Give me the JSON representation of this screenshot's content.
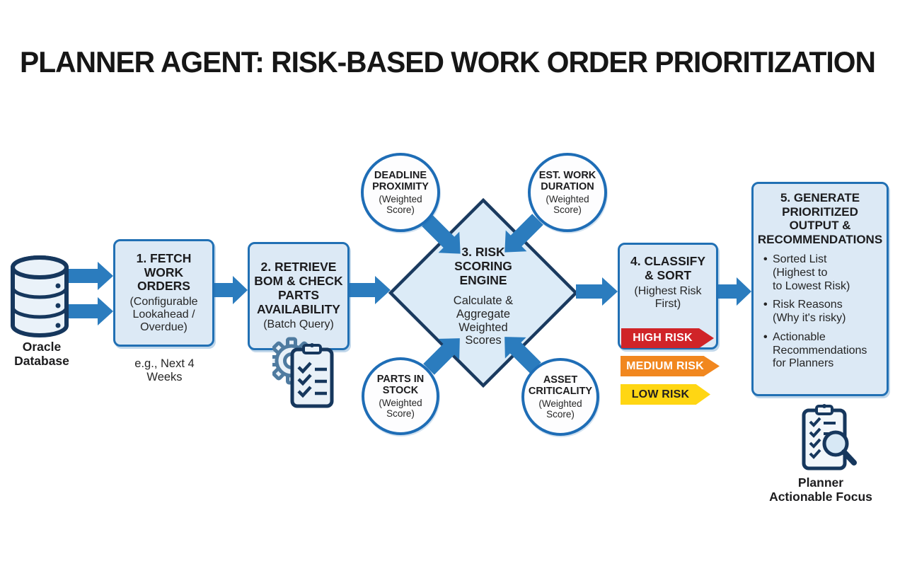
{
  "title": "PLANNER AGENT: RISK-BASED WORK ORDER PRIORITIZATION",
  "database": {
    "label": "Oracle\nDatabase"
  },
  "steps": {
    "step1": {
      "title": "1. FETCH\nWORK\nORDERS",
      "subtitle": "(Configurable\nLookahead /\nOverdue)",
      "note": "e.g., Next 4\nWeeks"
    },
    "step2": {
      "title": "2. RETRIEVE\nBOM & CHECK\nPARTS\nAVAILABILITY",
      "subtitle": "(Batch Query)"
    },
    "step3": {
      "title": "3. RISK\nSCORING\nENGINE",
      "subtitle": "Calculate &\nAggregate\nWeighted\nScores"
    },
    "step4": {
      "title": "4. CLASSIFY\n& SORT",
      "subtitle": "(Highest Risk\nFirst)"
    },
    "step5": {
      "title": "5. GENERATE\nPRIORITIZED\nOUTPUT &\nRECOMMENDATIONS",
      "bullets": [
        "Sorted List\n(Highest to\nto Lowest Risk)",
        "Risk Reasons\n(Why it's risky)",
        "Actionable\nRecommendations\nfor Planners"
      ]
    }
  },
  "factors": {
    "deadline": {
      "title": "DEADLINE\nPROXIMITY",
      "subtitle": "(Weighted\nScore)"
    },
    "duration": {
      "title": "EST. WORK\nDURATION",
      "subtitle": "(Weighted\nScore)"
    },
    "parts": {
      "title": "PARTS IN\nSTOCK",
      "subtitle": "(Weighted\nScore)"
    },
    "asset": {
      "title": "ASSET\nCRITICALITY",
      "subtitle": "(Weighted\nScore)"
    }
  },
  "risk_levels": [
    {
      "label": "HIGH RISK",
      "color": "#d02428",
      "text_color": "#ffffff"
    },
    {
      "label": "MEDIUM RISK",
      "color": "#f1871f",
      "text_color": "#ffffff"
    },
    {
      "label": "LOW RISK",
      "color": "#ffd613",
      "text_color": "#221f1f"
    }
  ],
  "planner_focus": {
    "label": "Planner\nActionable Focus"
  },
  "icons": {
    "database": "database-cylinder-icon",
    "step2": "gear-checklist-icon",
    "planner": "clipboard-magnifier-icon"
  },
  "colors": {
    "arrow_blue": "#2b7cbe",
    "box_fill": "#dce9f5",
    "box_border": "#2170b4",
    "diamond_fill": "#dcebf7",
    "diamond_border": "#1a3a5f",
    "circle_border": "#1e6db6",
    "icon_navy": "#16375d",
    "title_text": "#161616"
  }
}
